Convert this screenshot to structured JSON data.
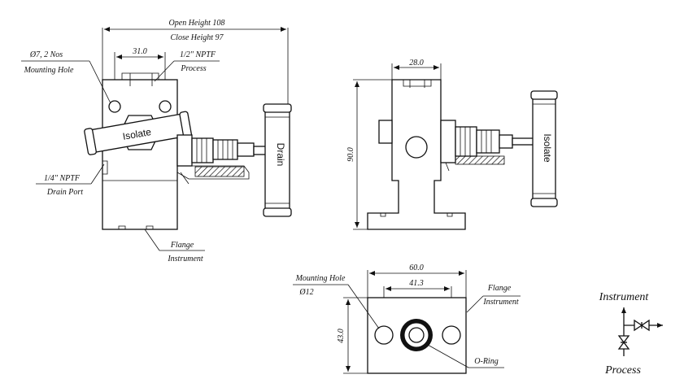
{
  "front_view": {
    "open_height": "Open Height 108",
    "close_height": "Close Height 97",
    "mounting_hole_spec": "Ø7,  2 Nos",
    "mounting_hole_label": "Mounting Hole",
    "dim_31": "31.0",
    "nptf_half": "1/2\" NPTF",
    "process_label": "Process",
    "isolate_label": "Isolate",
    "drain_label": "Drain",
    "nptf_quarter": "1/4\" NPTF",
    "drain_port_label": "Drain Port",
    "flange_label": "Flange",
    "instrument_label": "Instrument"
  },
  "side_view": {
    "dim_28": "28.0",
    "dim_90": "90.0",
    "isolate_label": "Isolate"
  },
  "bottom_view": {
    "mounting_hole_label": "Mounting Hole",
    "hole_dia": "Ø12",
    "dim_60": "60.0",
    "dim_41": "41.3",
    "dim_43": "43.0",
    "flange_label": "Flange",
    "instrument_label": "Instrument",
    "oring_label": "O-Ring"
  },
  "schematic": {
    "instrument_label": "Instrument",
    "process_label": "Process"
  }
}
